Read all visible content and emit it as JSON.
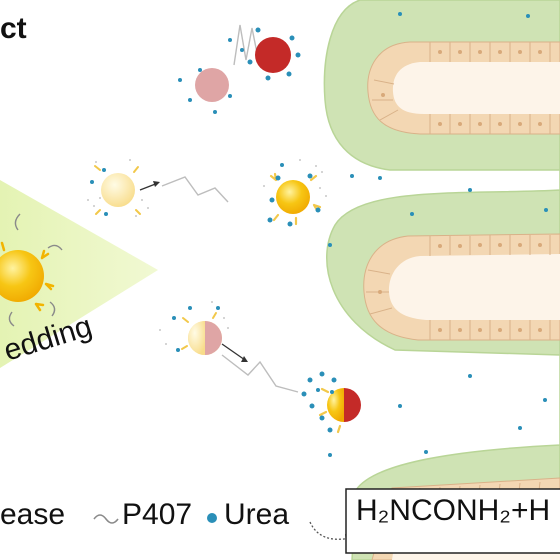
{
  "header": {
    "title_fragment": "ct"
  },
  "panel": {
    "label_fragment": "edding"
  },
  "legend": {
    "items": [
      {
        "icon": "urease-icon",
        "label": "ease"
      },
      {
        "icon": "p407-chain-icon",
        "label": "P407"
      },
      {
        "icon": "urea-dot-icon",
        "label": "Urea"
      }
    ],
    "reaction": "H₂NCONH₂+H"
  },
  "colors": {
    "yellow_core": "#f7c614",
    "red_half": "#c42a28",
    "pink_half": "#dfa5a5",
    "urea_dot": "#2a8fb8",
    "tissue_green": "#cfe3b4",
    "cell_tan": "#f3d7b3",
    "lumen": "#fdf4e9"
  }
}
